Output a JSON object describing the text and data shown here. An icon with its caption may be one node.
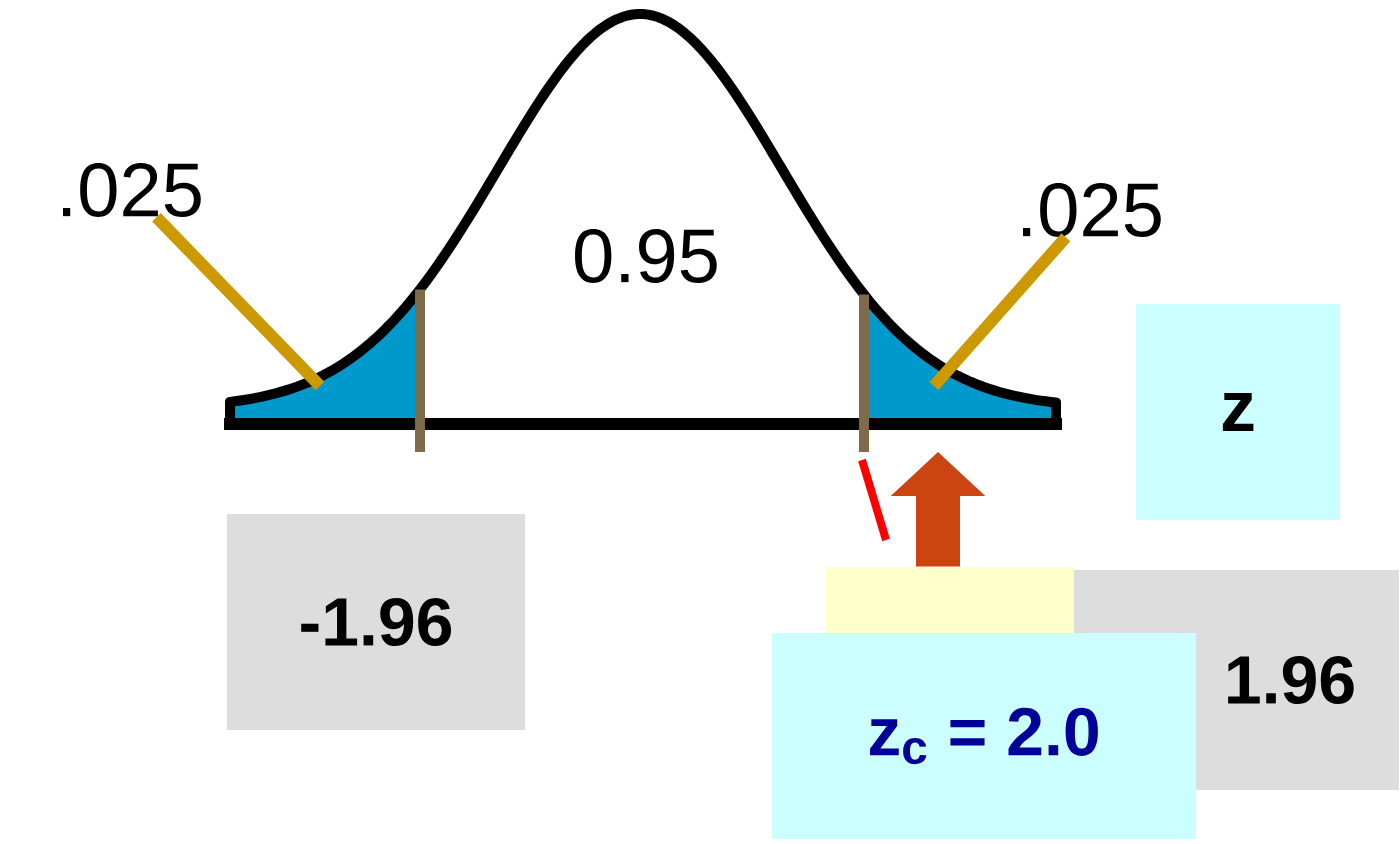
{
  "diagram": {
    "nodes": [
      {
        "text": [
          ".025"
        ]
      },
      {
        "text": [
          ".025"
        ]
      },
      {
        "text": [
          "z"
        ]
      },
      {
        "text": [
          "-1.96"
        ]
      },
      {
        "text": [
          "1.96"
        ]
      },
      {
        "text": [],
        "shape": "box"
      },
      {
        "text": [
          "z$_{c}$ = 2.0"
        ]
      }
    ],
    "edges": [
      {
        "from": 0,
        "to": null,
        "arrow": "none",
        "color": "#cc9900"
      },
      {
        "from": 1,
        "to": null,
        "arrow": "none",
        "color": "#cc9900"
      },
      {
        "from": 5,
        "to": null,
        "arrow": "to",
        "style": "thick",
        "color": "#cc4411"
      }
    ],
    "labels": [
      "0.95"
    ]
  }
}
